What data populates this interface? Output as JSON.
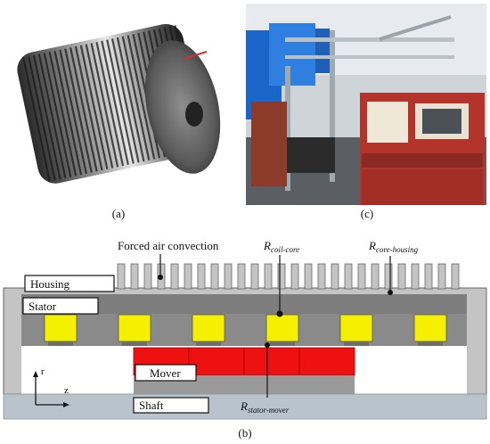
{
  "captions": {
    "a": "(a)",
    "b": "(b)",
    "c": "(c)"
  },
  "labels": {
    "forced_air": "Forced air convection",
    "r_coil_core_main": "R",
    "r_coil_core_sub": "coil-core",
    "r_core_housing_main": "R",
    "r_core_housing_sub": "core-housing",
    "r_stator_mover_main": "R",
    "r_stator_mover_sub": "stator-mover",
    "housing": "Housing",
    "stator": "Stator",
    "mover": "Mover",
    "shaft": "Shaft",
    "axis_r": "r",
    "axis_z": "z"
  },
  "colors": {
    "housing": "#c4c4c4",
    "stator": "#8a8a8a",
    "coil": "#f5f000",
    "mover_magnet": "#ee1111",
    "mover_body": "#9a9a9a",
    "shaft": "#b9c3cc"
  }
}
